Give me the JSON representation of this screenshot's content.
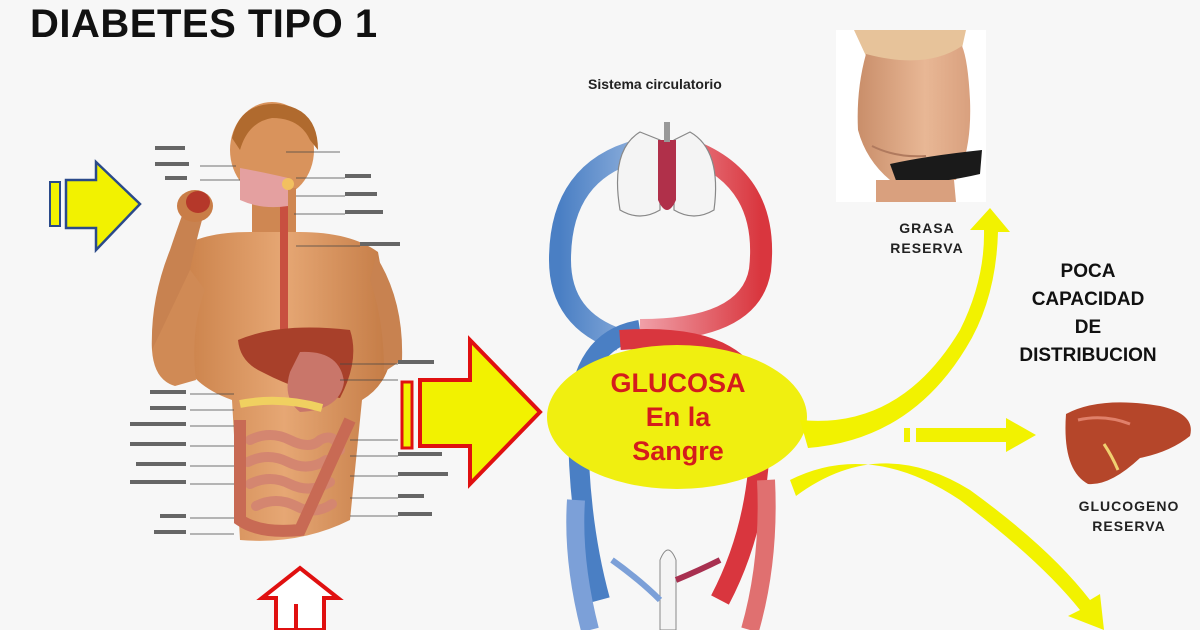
{
  "title": "DIABETES TIPO 1",
  "circulatory_label": "Sistema circulatorio",
  "glucose": {
    "line1": "GLUCOSA",
    "line2": "En la",
    "line3": "Sangre"
  },
  "fat": {
    "line1": "GRASA",
    "line2": "RESERVA"
  },
  "capacity": {
    "line1": "POCA",
    "line2": "CAPACIDAD",
    "line3": "DE",
    "line4": "DISTRIBUCION"
  },
  "glycogen": {
    "line1": "GLUCOGENO",
    "line2": "RESERVA"
  },
  "colors": {
    "arrow_yellow": "#f2f200",
    "arrow_red_outline": "#e01010",
    "arrow_blue_outline": "#2a4a8a",
    "glucose_fill": "#f0ef10",
    "glucose_text": "#d41c1c",
    "vein_blue": "#4a7fc4",
    "artery_red": "#d9363e",
    "skin": "#d9935c",
    "liver": "#b5462a"
  }
}
